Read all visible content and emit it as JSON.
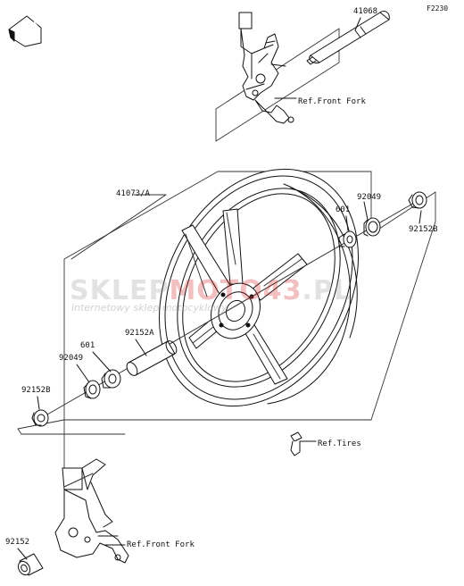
{
  "diagram": {
    "code": "F2230",
    "front_badge": "FRONT",
    "parts": {
      "p41068": "41068",
      "p41073": "41073/A",
      "p92049_top": "92049",
      "p601_top": "601",
      "p92152b_top": "92152B",
      "p92152a": "92152A",
      "p601_bottom": "601",
      "p92049_bottom": "92049",
      "p92152b_bottom": "92152B",
      "p92152": "92152"
    },
    "references": {
      "front_fork_top": "Ref.Front Fork",
      "tires": "Ref.Tires",
      "front_fork_bottom": "Ref.Front Fork"
    }
  },
  "watermark": {
    "brand_grey": "SKLEP",
    "brand_red": "MOTO",
    "brand_tail": "PL",
    "brand_digit": "",
    "full": "SKLEPMOTO43.PL",
    "tagline": "internetowy sklep motocyklowy"
  },
  "colors": {
    "line": "#111111",
    "watermark_grey": "#9a9a9a",
    "watermark_red": "#d21f1f"
  }
}
